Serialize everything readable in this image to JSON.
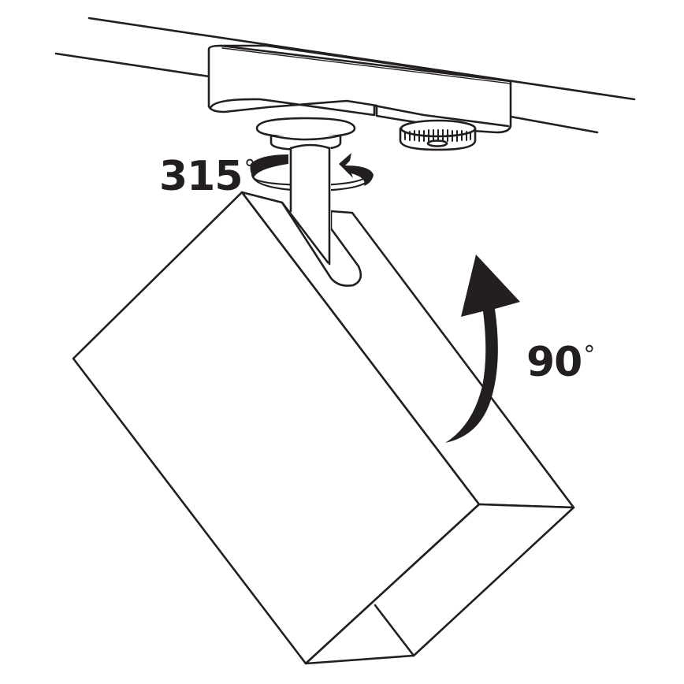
{
  "diagram": {
    "subject": "Track spotlight adjustment angles",
    "colors": {
      "stroke": "#231f20",
      "fill": "#ffffff",
      "arrow": "#231f20"
    },
    "annotations": {
      "rotation": {
        "value": "315",
        "unit": "°",
        "description": "horizontal rotation around stem"
      },
      "tilt": {
        "value": "90",
        "unit": "°",
        "description": "vertical tilt of lamp head"
      }
    },
    "parts": [
      "track-rail",
      "track-adapter",
      "locking-knob",
      "mounting-collar",
      "stem",
      "lamp-head-box",
      "rotation-arrow",
      "tilt-arrow"
    ]
  }
}
